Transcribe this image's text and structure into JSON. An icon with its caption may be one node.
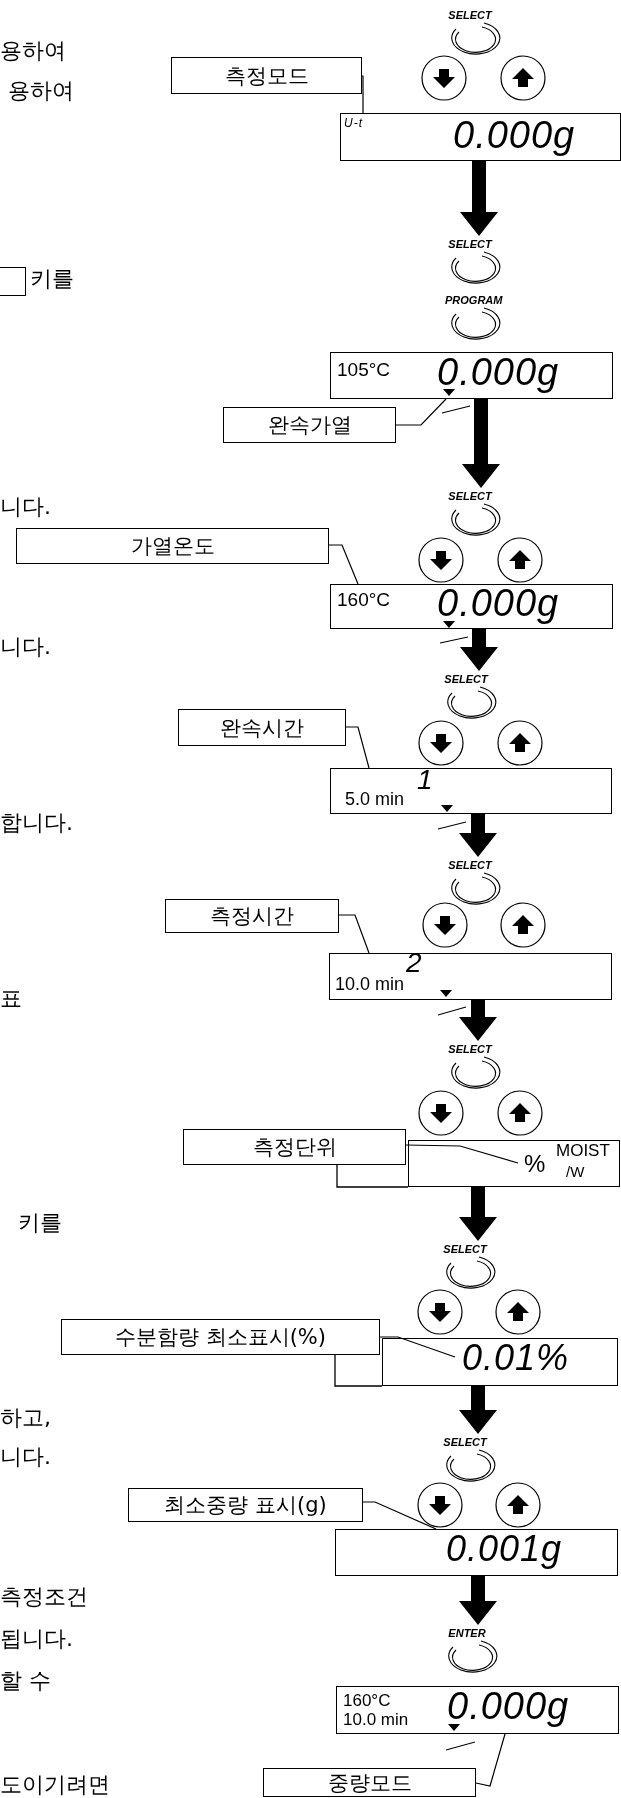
{
  "diagram": {
    "nodes": [
      {
        "text": [
          "SELECT"
        ]
      },
      {
        "text": [
          "측정모드"
        ]
      },
      {
        "text": [
          "U-t",
          "0.000g"
        ]
      },
      {
        "text": [
          "SELECT"
        ]
      },
      {
        "text": [
          "PROGRAM"
        ]
      },
      {
        "text": [
          "105°C",
          "0.000g"
        ]
      },
      {
        "text": [
          "완속가열"
        ]
      },
      {
        "text": [
          "SELECT"
        ]
      },
      {
        "text": [
          "가열온도"
        ]
      },
      {
        "text": [
          "160°C",
          "0.000g"
        ]
      },
      {
        "text": [
          "SELECT"
        ]
      },
      {
        "text": [
          "완속시간"
        ]
      },
      {
        "text": [
          "5.0 min",
          "1"
        ]
      },
      {
        "text": [
          "SELECT"
        ]
      },
      {
        "text": [
          "측정시간"
        ]
      },
      {
        "text": [
          "10.0 min",
          "2"
        ]
      },
      {
        "text": [
          "SELECT"
        ]
      },
      {
        "text": [
          "측정단위"
        ]
      },
      {
        "text": [
          "%",
          "MOIST",
          "/W"
        ]
      },
      {
        "text": [
          "SELECT"
        ]
      },
      {
        "text": [
          "수분함량 최소표시(%)"
        ]
      },
      {
        "text": [
          "0.01%"
        ]
      },
      {
        "text": [
          "SELECT"
        ]
      },
      {
        "text": [
          "최소중량 표시(g)"
        ]
      },
      {
        "text": [
          "0.001g"
        ]
      },
      {
        "text": [
          "ENTER"
        ]
      },
      {
        "text": [
          "160°C 10.0 min",
          "0.000g"
        ]
      },
      {
        "text": [
          "중량모드"
        ]
      }
    ],
    "edges": [
      {
        "from": 1,
        "to": 2,
        "arrow": "none"
      },
      {
        "from": 2,
        "to": 3,
        "arrow": "to",
        "style": "thick"
      },
      {
        "from": 6,
        "to": 5,
        "arrow": "none"
      },
      {
        "from": 5,
        "to": 7,
        "arrow": "to",
        "style": "thick"
      },
      {
        "from": 8,
        "to": 9,
        "arrow": "none"
      },
      {
        "from": 9,
        "to": 10,
        "arrow": "to",
        "style": "thick"
      },
      {
        "from": 11,
        "to": 12,
        "arrow": "none"
      },
      {
        "from": 12,
        "to": 13,
        "arrow": "to",
        "style": "thick"
      },
      {
        "from": 14,
        "to": 15,
        "arrow": "none"
      },
      {
        "from": 15,
        "to": 16,
        "arrow": "to",
        "style": "thick"
      },
      {
        "from": 17,
        "to": 18,
        "arrow": "none"
      },
      {
        "from": 18,
        "to": 19,
        "arrow": "to",
        "style": "thick"
      },
      {
        "from": 20,
        "to": 21,
        "arrow": "none"
      },
      {
        "from": 21,
        "to": 22,
        "arrow": "to",
        "style": "thick"
      },
      {
        "from": 23,
        "to": 24,
        "arrow": "none"
      },
      {
        "from": 24,
        "to": 25,
        "arrow": "to",
        "style": "thick"
      },
      {
        "from": 27,
        "to": 26,
        "arrow": "none"
      }
    ],
    "labels": [
      "용하여",
      "용하여",
      "키를",
      "니다.",
      "니다.",
      "합니다.",
      "표",
      "키를",
      "하고,",
      "니다.",
      "측정조건",
      "됩니다.",
      "할 수",
      "도이기려면"
    ]
  }
}
